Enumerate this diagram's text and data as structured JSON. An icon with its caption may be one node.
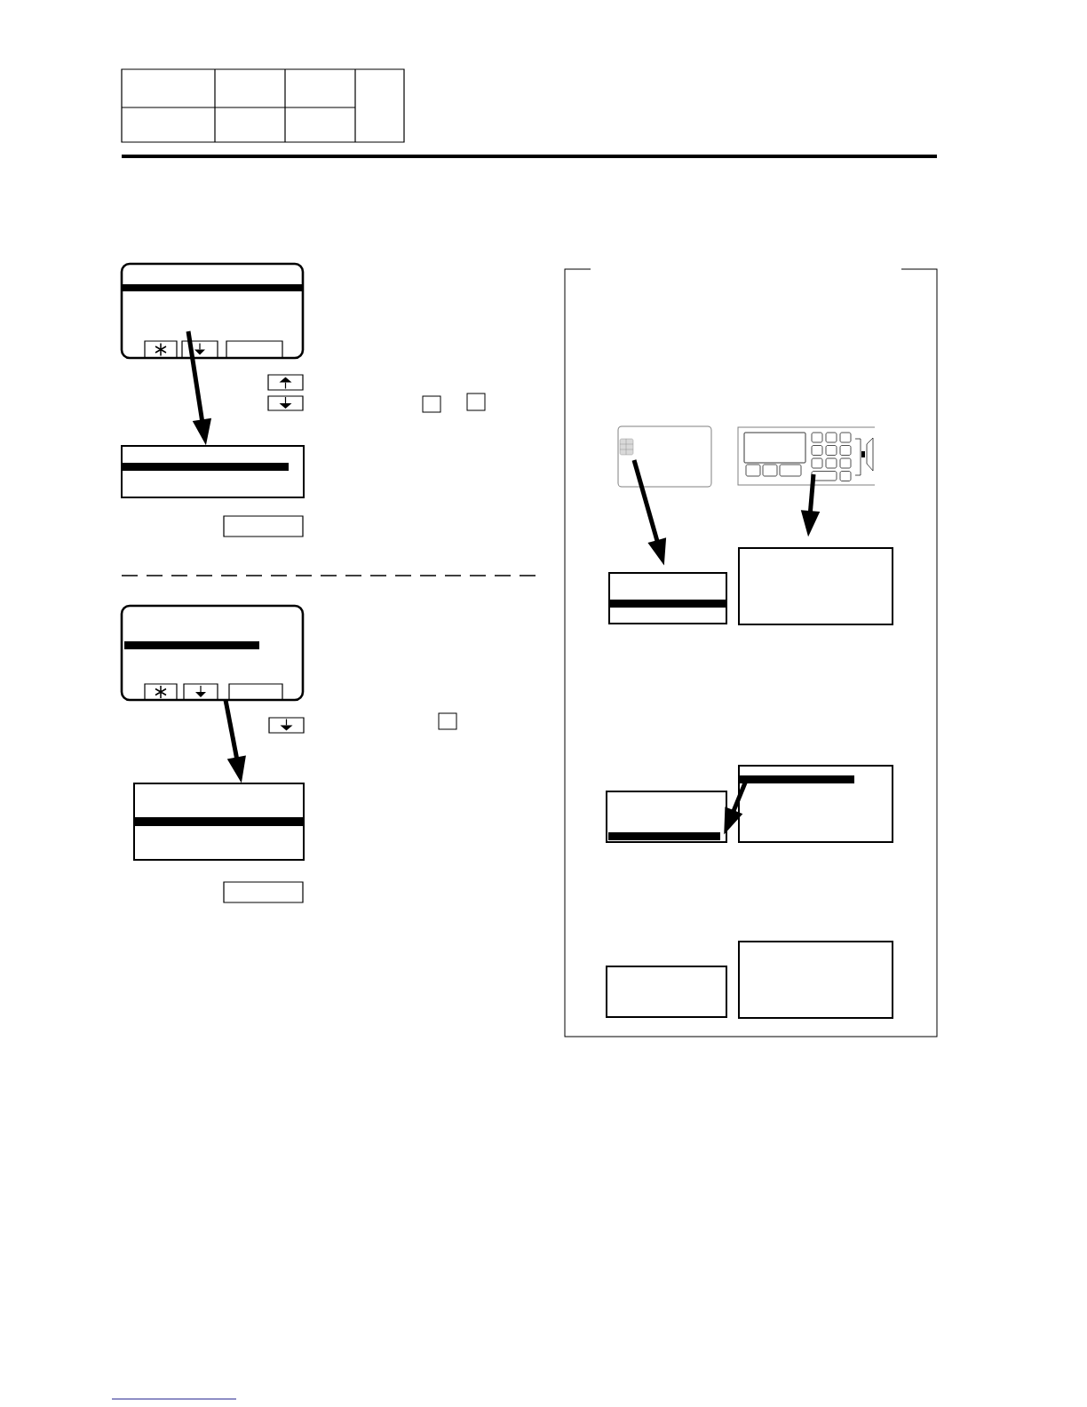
{
  "diagram": {
    "nodes": [
      {
        "text": [],
        "shape": "box"
      },
      {
        "text": [],
        "shape": "box"
      },
      {
        "text": [],
        "shape": "box"
      },
      {
        "text": [],
        "shape": "box"
      },
      {
        "text": [],
        "shape": "picture"
      },
      {
        "text": [],
        "shape": "picture"
      },
      {
        "text": [],
        "shape": "box"
      },
      {
        "text": [],
        "shape": "box"
      },
      {
        "text": [],
        "shape": "box"
      },
      {
        "text": [],
        "shape": "box"
      },
      {
        "text": [],
        "shape": "box"
      },
      {
        "text": [],
        "shape": "box"
      }
    ],
    "edges": [
      {
        "from": 0,
        "to": 1,
        "arrow": "to"
      },
      {
        "from": 2,
        "to": 3,
        "arrow": "to"
      },
      {
        "from": 4,
        "to": 6,
        "arrow": "to"
      },
      {
        "from": 5,
        "to": 7,
        "arrow": "to"
      },
      {
        "from": 9,
        "to": 8,
        "arrow": "to"
      }
    ]
  }
}
